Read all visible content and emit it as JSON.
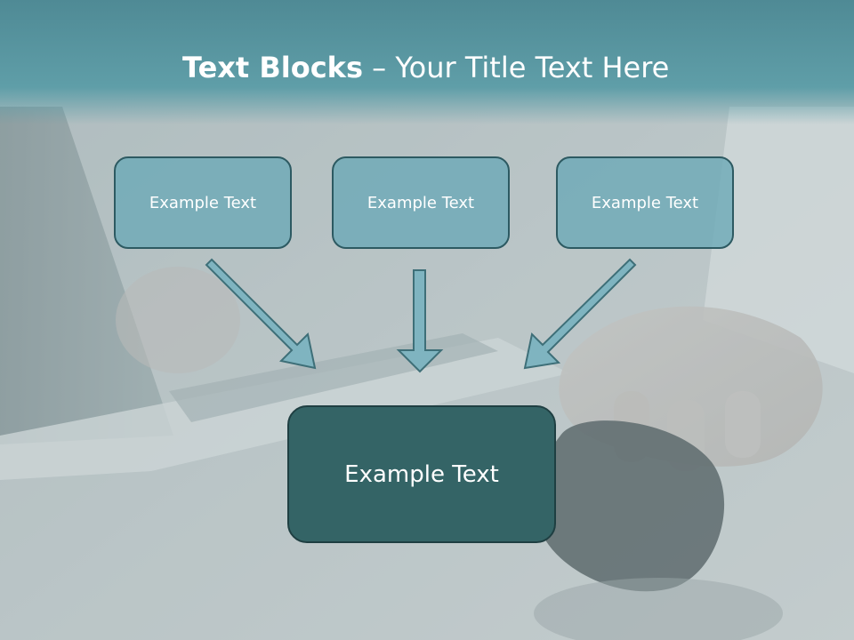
{
  "slide": {
    "title_bold": "Text Blocks",
    "title_separator": " – ",
    "title_rest": "Your Title Text Here",
    "boxes": [
      {
        "label": "Example Text"
      },
      {
        "label": "Example Text"
      },
      {
        "label": "Example Text"
      }
    ],
    "center_box": {
      "label": "Example Text"
    }
  },
  "colors": {
    "title_band": "#5f9ea8",
    "small_box_fill": "#6eaab7",
    "center_box_fill": "#346466",
    "arrow_fill": "#7fb4c0"
  }
}
